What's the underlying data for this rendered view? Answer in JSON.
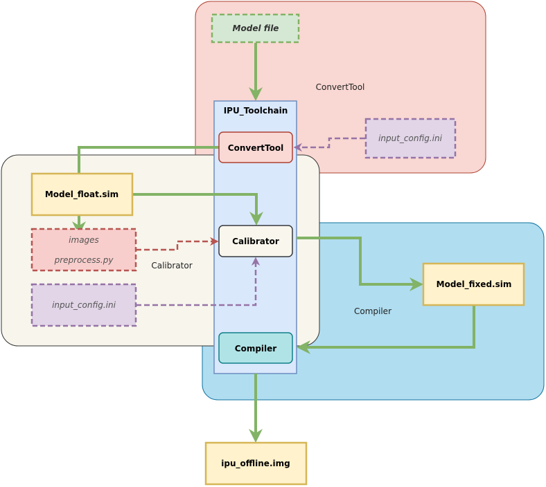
{
  "regions": {
    "convert_tool": "ConvertTool",
    "calibrator": "Calibrator",
    "compiler": "Compiler"
  },
  "toolchain": {
    "title": "IPU_Toolchain"
  },
  "nodes": {
    "model_file": "Model file",
    "convert_tool_step": "ConvertTool",
    "input_config_convert": "input_config.ini",
    "model_float": "Model_float.sim",
    "images": "images",
    "preprocess": "preprocess.py",
    "input_config_calib": "input_config.ini",
    "calibrator_step": "Calibrator",
    "model_fixed": "Model_fixed.sim",
    "compiler_step": "Compiler",
    "ipu_offline": "ipu_offline.img"
  },
  "colors": {
    "flow_green": "#82b366",
    "dash_red": "#b85450",
    "dash_purple": "#9673a6",
    "region_red": "#f9d7d2",
    "region_cream": "#f7f5ec",
    "region_blue": "#b0ddf0",
    "toolchain_blue": "#dae8fc",
    "file_yellow": "#fff2cc"
  }
}
